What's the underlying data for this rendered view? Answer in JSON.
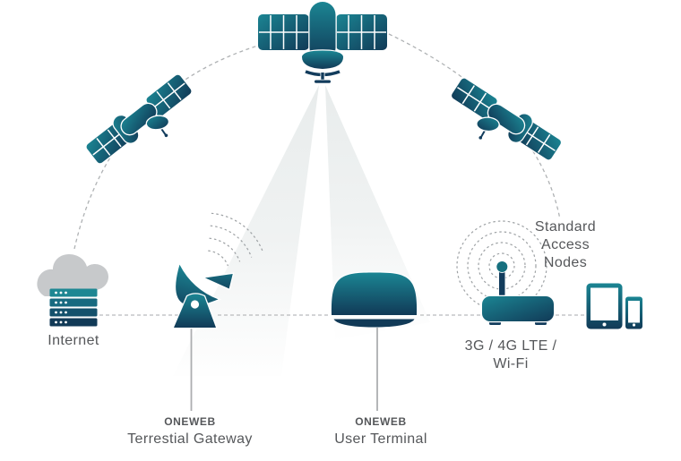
{
  "colors": {
    "teal": "#1B8593",
    "navy": "#113A57",
    "text_gray": "#55575A",
    "cloud_gray": "#C7C9CB",
    "dash_gray": "#B3B6B8",
    "beam_gray": "#E7EBEB"
  },
  "icons": {
    "main_satellite": "satellite-icon",
    "left_satellite": "satellite-icon",
    "right_satellite": "satellite-icon",
    "internet": "cloud-server-icon",
    "gateway": "satellite-dish-icon",
    "user_terminal": "dome-antenna-icon",
    "access_node": "wifi-router-icon",
    "devices": "tablet-phone-icon"
  },
  "nodes": {
    "internet": {
      "label": "Internet"
    },
    "gateway": {
      "brand": "ONEWEB",
      "label": "Terrestial Gateway"
    },
    "terminal": {
      "brand": "ONEWEB",
      "label": "User Terminal"
    },
    "access": {
      "line1": "Standard",
      "line2": "Access",
      "line3": "Nodes"
    },
    "cellular": {
      "line1": "3G / 4G LTE /",
      "line2": "Wi-Fi"
    }
  }
}
